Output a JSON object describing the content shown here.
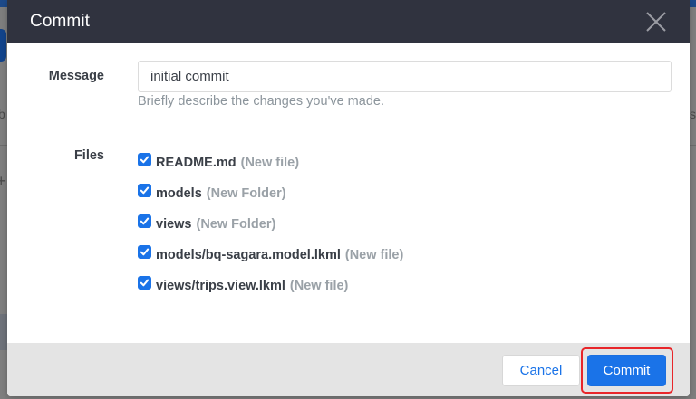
{
  "dialog": {
    "title": "Commit",
    "close_icon": "close-icon"
  },
  "form": {
    "message_label": "Message",
    "message_value": "initial commit",
    "message_help": "Briefly describe the changes you've made.",
    "files_label": "Files",
    "files": [
      {
        "name": "README.md",
        "status": "(New file)",
        "checked": true
      },
      {
        "name": "models",
        "status": "(New Folder)",
        "checked": true
      },
      {
        "name": "views",
        "status": "(New Folder)",
        "checked": true
      },
      {
        "name": "models/bq-sagara.model.lkml",
        "status": "(New file)",
        "checked": true
      },
      {
        "name": "views/trips.view.lkml",
        "status": "(New file)",
        "checked": true
      }
    ]
  },
  "footer": {
    "cancel_label": "Cancel",
    "commit_label": "Commit"
  },
  "colors": {
    "header_bg": "#30333f",
    "primary": "#1a73e8",
    "footer_bg": "#e4e4e4",
    "highlight": "#e8262a"
  }
}
